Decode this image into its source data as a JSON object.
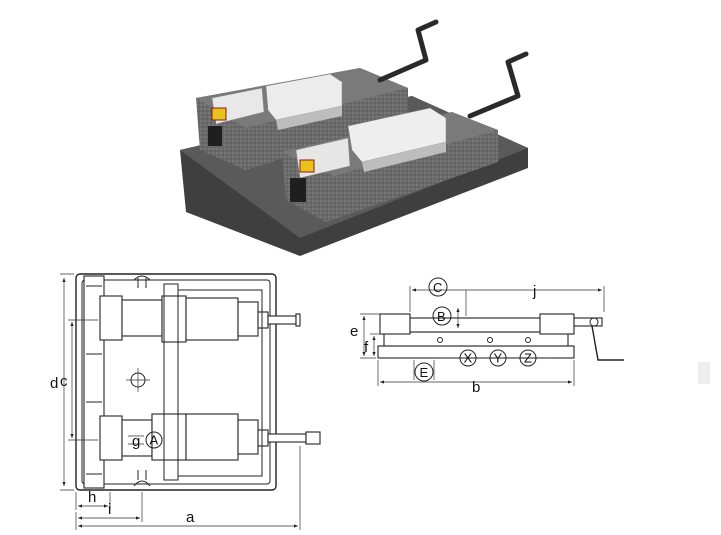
{
  "diagram": {
    "product_photo": {
      "icon": "twin-machine-vise-photo",
      "colors": {
        "body": "#6b6b6b",
        "jaw": "#e9e9e9",
        "plate": "#4a4a4a",
        "label": "#e8c21a"
      }
    },
    "top_view": {
      "labels": {
        "a": "a",
        "c": "c",
        "d": "d",
        "h": "h",
        "i": "i",
        "g": "g",
        "A": "A"
      }
    },
    "side_view": {
      "labels": {
        "b": "b",
        "e": "e",
        "f": "f",
        "j": "j",
        "B": "B",
        "C": "C",
        "E": "E",
        "X": "X",
        "Y": "Y",
        "Z": "Z"
      }
    }
  }
}
